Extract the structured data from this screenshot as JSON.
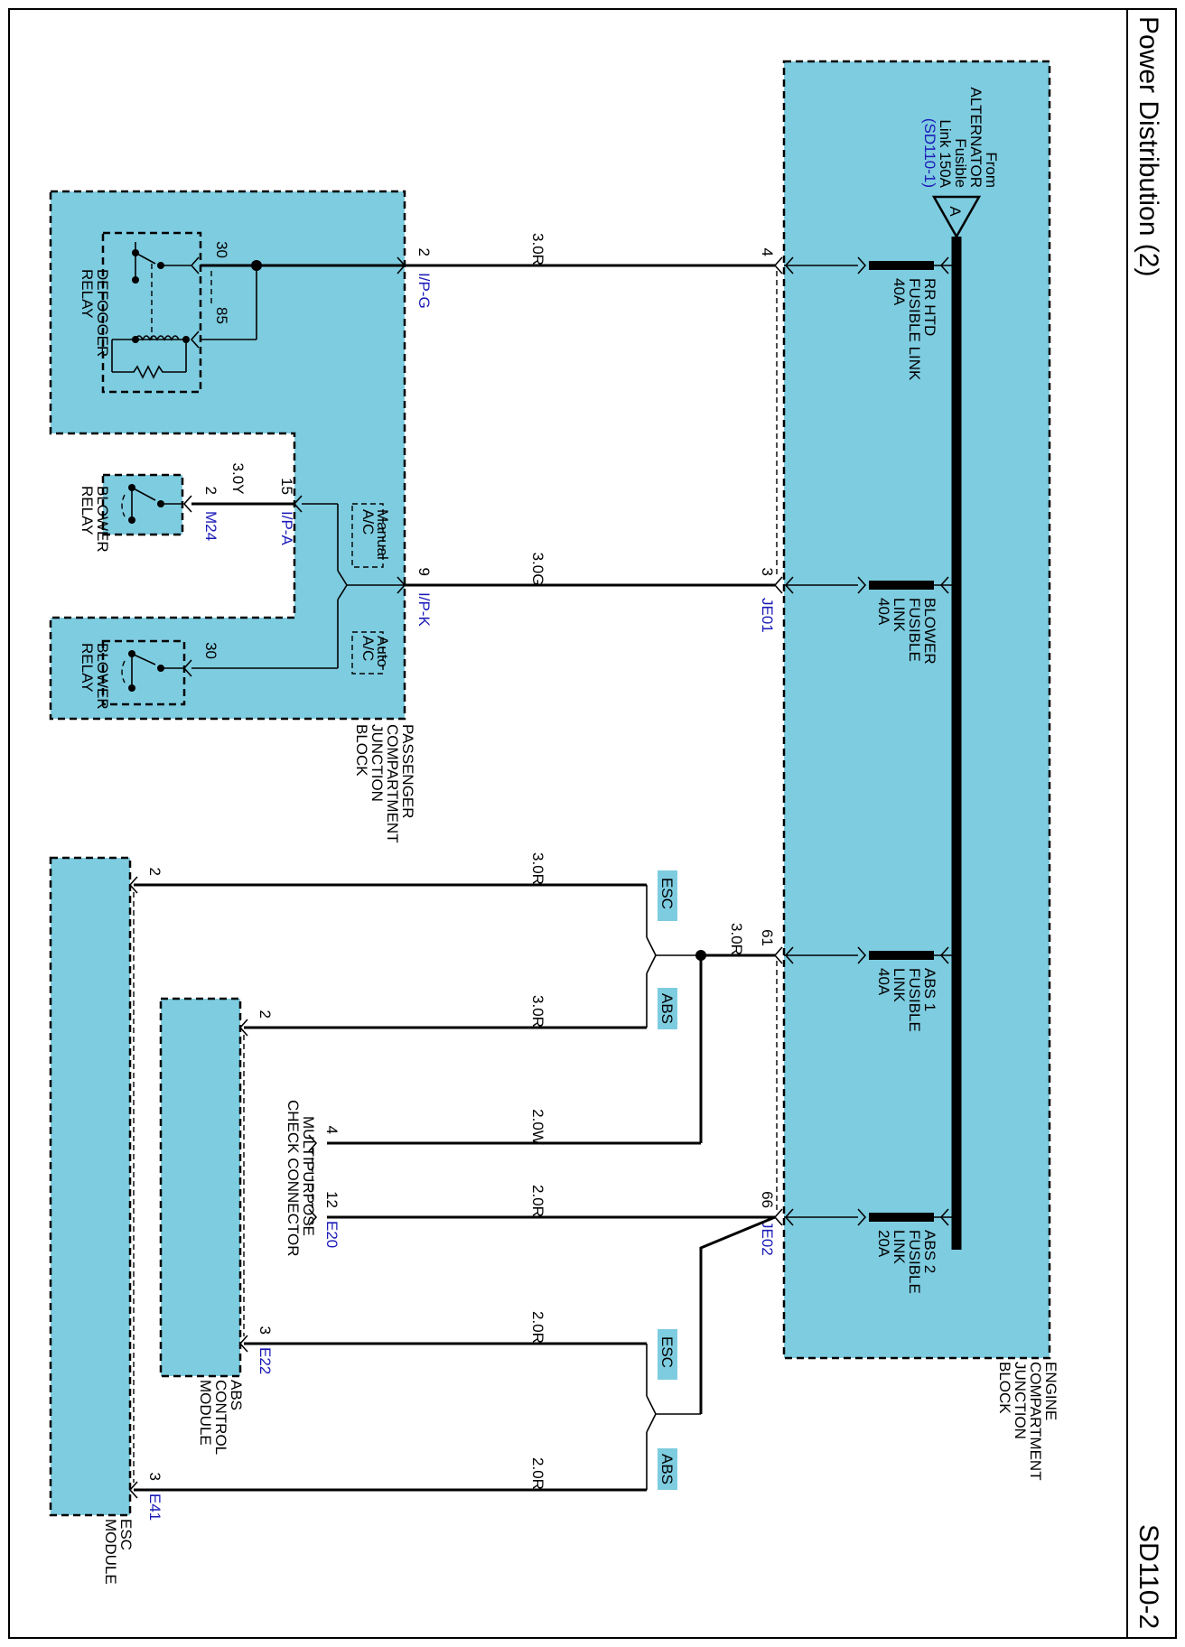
{
  "title": "Power Distribution (2)",
  "page_code": "SD110-2",
  "engine_block": {
    "label": [
      "ENGINE",
      "COMPARTMENT",
      "JUNCTION",
      "BLOCK"
    ],
    "source": {
      "lines": [
        "From",
        "ALTERNATOR",
        "Fusible",
        "Link 150A"
      ],
      "ref": "(SD110-1)",
      "marker": "A"
    },
    "fuses": [
      {
        "lines": [
          "RR HTD",
          "FUSIBLE LINK",
          "40A"
        ]
      },
      {
        "lines": [
          "BLOWER",
          "FUSIBLE",
          "LINK",
          "40A"
        ]
      },
      {
        "lines": [
          "ABS 1",
          "FUSIBLE",
          "LINK",
          "40A"
        ]
      },
      {
        "lines": [
          "ABS 2",
          "FUSIBLE",
          "LINK",
          "20A"
        ]
      }
    ],
    "pins": [
      "4",
      "3",
      "61",
      "66"
    ],
    "connectors": [
      "JE01",
      "JE02"
    ]
  },
  "passenger_block": {
    "label": [
      "PASSENGER",
      "COMPARTMENT",
      "JUNCTION",
      "BLOCK"
    ],
    "defogger": {
      "label": [
        "DEFOGGER",
        "RELAY"
      ],
      "pins": [
        "30",
        "85"
      ]
    },
    "blower_relay_auto": {
      "label": [
        "BLOWER",
        "RELAY"
      ],
      "pin": "30"
    },
    "options": {
      "manual": [
        "Manual",
        "A/C"
      ],
      "auto": [
        "Auto",
        "A/C"
      ]
    },
    "pins": [
      "2",
      "9",
      "15"
    ],
    "connectors": [
      "I/P-G",
      "I/P-K",
      "I/P-A"
    ]
  },
  "blower_relay_manual": {
    "label": [
      "BLOWER",
      "RELAY"
    ],
    "pin": "2",
    "connector": "M24"
  },
  "wires": {
    "rr_htd": "3.0R",
    "blower": "3.0G",
    "manual_blower": "3.0Y",
    "abs1_main": "3.0R",
    "esc_top": "3.0R",
    "abs_top": "3.0R",
    "check_4": "2.0W",
    "check_12": "2.0R",
    "esc_bottom": "2.0R",
    "abs_bottom": "2.0R"
  },
  "tags": {
    "esc": "ESC",
    "abs": "ABS"
  },
  "check_connector": {
    "label": [
      "MULTIPURPOSE",
      "CHECK CONNECTOR"
    ],
    "pins": [
      "4",
      "12"
    ],
    "connector": "E20"
  },
  "abs_module": {
    "label": [
      "ABS",
      "CONTROL",
      "MODULE"
    ],
    "pins": [
      "2",
      "3"
    ],
    "connector": "E22"
  },
  "esc_module": {
    "label": [
      "ESC",
      "MODULE"
    ],
    "pins": [
      "2",
      "3"
    ],
    "connector": "E41"
  },
  "colors": {
    "block_fill": "#7ecce0",
    "link_text": "#1a1ab8"
  }
}
